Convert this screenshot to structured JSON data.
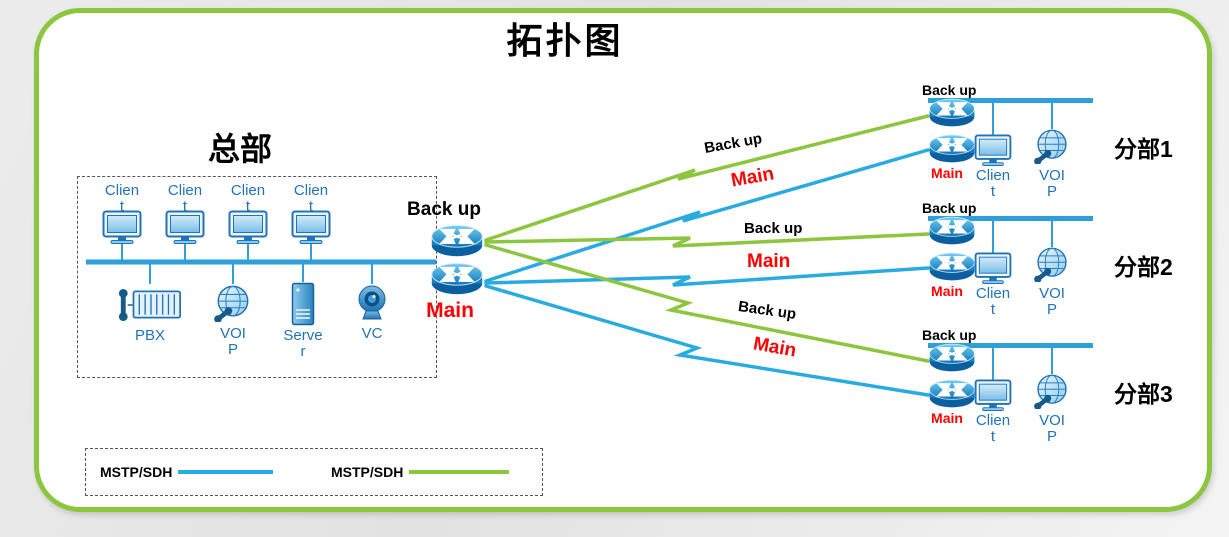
{
  "title": "拓扑图",
  "colors": {
    "main_link": "#29abe2",
    "backup_link": "#8cc63e",
    "bus": "#2e9fd8",
    "device_text": "#2073b8",
    "main_label_text": "#ff0000",
    "frame_border": "#8cc63e"
  },
  "hq": {
    "label": "总部",
    "clients": [
      {
        "label": "Clien\nt"
      },
      {
        "label": "Clien\nt"
      },
      {
        "label": "Clien\nt"
      },
      {
        "label": "Clien\nt"
      }
    ],
    "devices": {
      "pbx": "PBX",
      "voip": "VOI\nP",
      "server": "Serve\nr",
      "vc": "VC"
    },
    "backup_router_label": "Back up",
    "main_router_label": "Main"
  },
  "links": [
    {
      "backup": "Back up",
      "main": "Main"
    },
    {
      "backup": "Back up",
      "main": "Main"
    },
    {
      "backup": "Back up",
      "main": "Main"
    }
  ],
  "branches": [
    {
      "name": "分部1",
      "backup": "Back up",
      "main": "Main",
      "client": "Clien\nt",
      "voip": "VOI\nP"
    },
    {
      "name": "分部2",
      "backup": "Back up",
      "main": "Main",
      "client": "Clien\nt",
      "voip": "VOI\nP"
    },
    {
      "name": "分部3",
      "backup": "Back up",
      "main": "Main",
      "client": "Clien\nt",
      "voip": "VOI\nP"
    }
  ],
  "legend": {
    "items": [
      {
        "label": "MSTP/SDH",
        "color": "#29abe2"
      },
      {
        "label": "MSTP/SDH",
        "color": "#8cc63e"
      }
    ]
  }
}
